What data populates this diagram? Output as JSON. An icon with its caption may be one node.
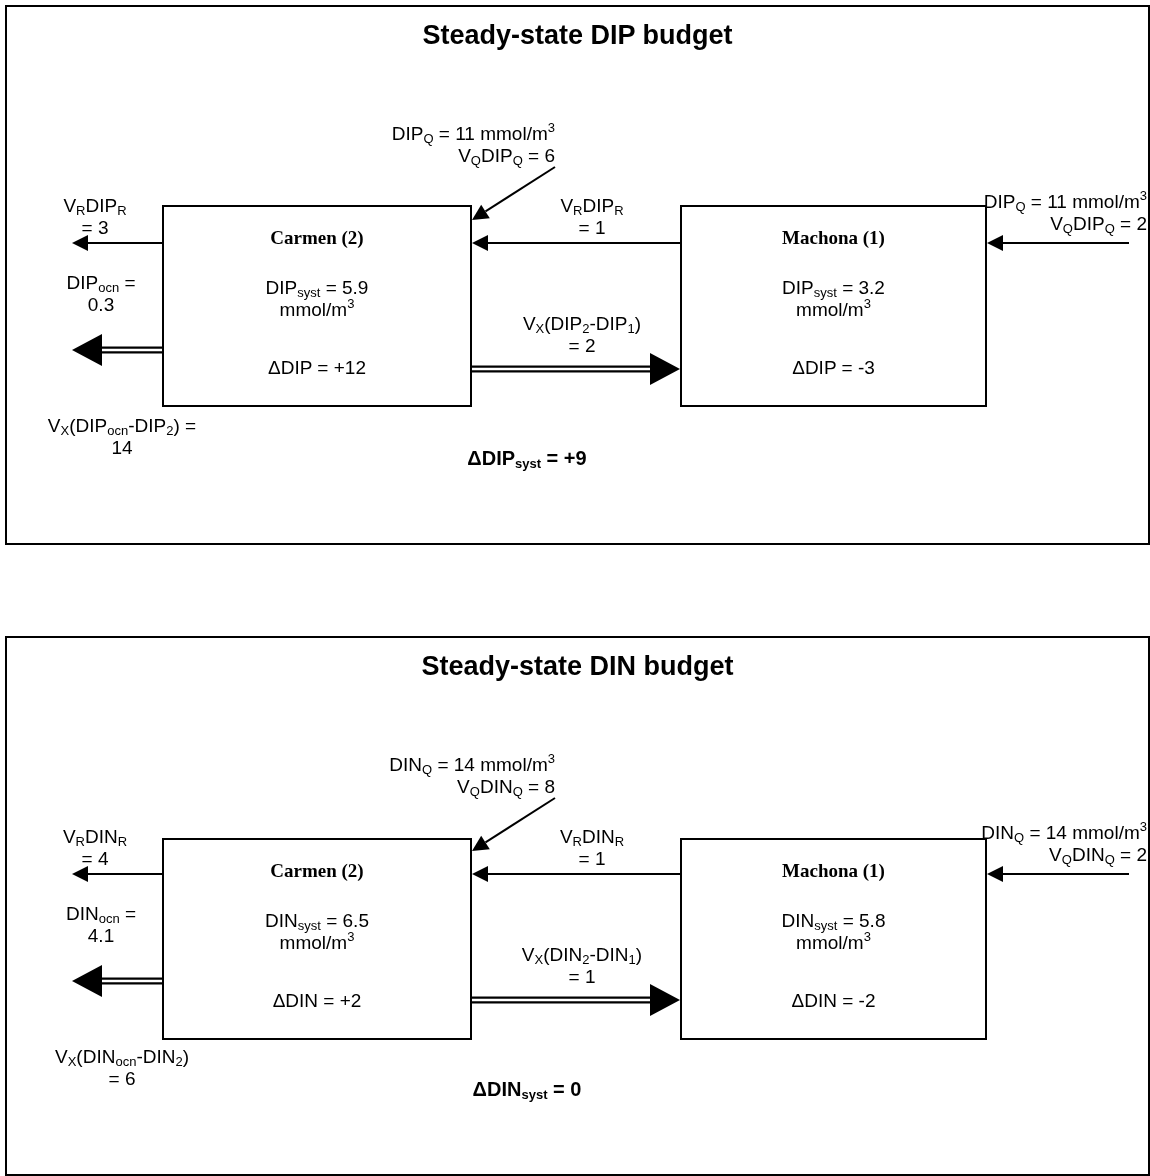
{
  "diagram": {
    "nodes": [
      {
        "text": [
          "Steady-state DIP budget",
          "ΔDIP$_{syst}$ = +9"
        ]
      },
      {
        "text": [
          "Carmen (2)",
          "DIP$_{syst}$ = 5.9 mmol/m$^{3}$",
          "ΔDIP = +12"
        ],
        "in": 0
      },
      {
        "text": [
          "Machona (1)",
          "DIP$_{syst}$ = 3.2 mmol/m$^{3}$",
          "ΔDIP = -3"
        ],
        "in": 0
      },
      {
        "text": [
          "Steady-state DIN budget",
          "ΔDIN$_{syst}$ = 0"
        ]
      },
      {
        "text": [
          "Carmen (2)",
          "DIN$_{syst}$ = 6.5 mmol/m$^{3}$",
          "ΔDIN = +2"
        ],
        "in": 3
      },
      {
        "text": [
          "Machona (1)",
          "DIN$_{syst}$ = 5.8 mmol/m$^{3}$",
          "ΔDIN = -2"
        ],
        "in": 3
      }
    ],
    "edges": [
      {
        "from": 1,
        "to": null,
        "arrow": "to",
        "label": "V$_{R}$DIP$_{R}$ = 3"
      },
      {
        "from": 1,
        "to": null,
        "arrow": "to",
        "style": "thick",
        "label": "V$_{X}$(DIP$_{ocn}$-DIP$_{2}$) = 14"
      },
      {
        "from": null,
        "to": 1,
        "arrow": "to",
        "label": "DIP$_{Q}$ = 11 mmol/m$^{3}$ V$_{Q}$DIP$_{Q}$ = 6"
      },
      {
        "from": 2,
        "to": 1,
        "arrow": "to",
        "label": "V$_{R}$DIP$_{R}$ = 1"
      },
      {
        "from": 1,
        "to": 2,
        "arrow": "to",
        "style": "thick",
        "label": "V$_{X}$(DIP$_{2}$-DIP$_{1}$) = 2"
      },
      {
        "from": null,
        "to": 2,
        "arrow": "to",
        "label": "DIP$_{Q}$ = 11 mmol/m$^{3}$ V$_{Q}$DIP$_{Q}$ = 2"
      },
      {
        "from": 4,
        "to": null,
        "arrow": "to",
        "label": "V$_{R}$DIN$_{R}$ = 4"
      },
      {
        "from": 4,
        "to": null,
        "arrow": "to",
        "style": "thick",
        "label": "V$_{X}$(DIN$_{ocn}$-DIN$_{2}$) = 6"
      },
      {
        "from": null,
        "to": 4,
        "arrow": "to",
        "label": "DIN$_{Q}$ = 14 mmol/m$^{3}$ V$_{Q}$DIN$_{Q}$ = 8"
      },
      {
        "from": 5,
        "to": 4,
        "arrow": "to",
        "label": "V$_{R}$DIN$_{R}$ = 1"
      },
      {
        "from": 4,
        "to": 5,
        "arrow": "to",
        "style": "thick",
        "label": "V$_{X}$(DIN$_{2}$-DIN$_{1}$) = 1"
      },
      {
        "from": null,
        "to": 5,
        "arrow": "to",
        "label": "DIN$_{Q}$ = 14 mmol/m$^{3}$ V$_{Q}$DIN$_{Q}$ = 2"
      }
    ],
    "labels": [
      "DIP$_{ocn}$ = 0.3",
      "DIN$_{ocn}$ = 4.1"
    ]
  }
}
